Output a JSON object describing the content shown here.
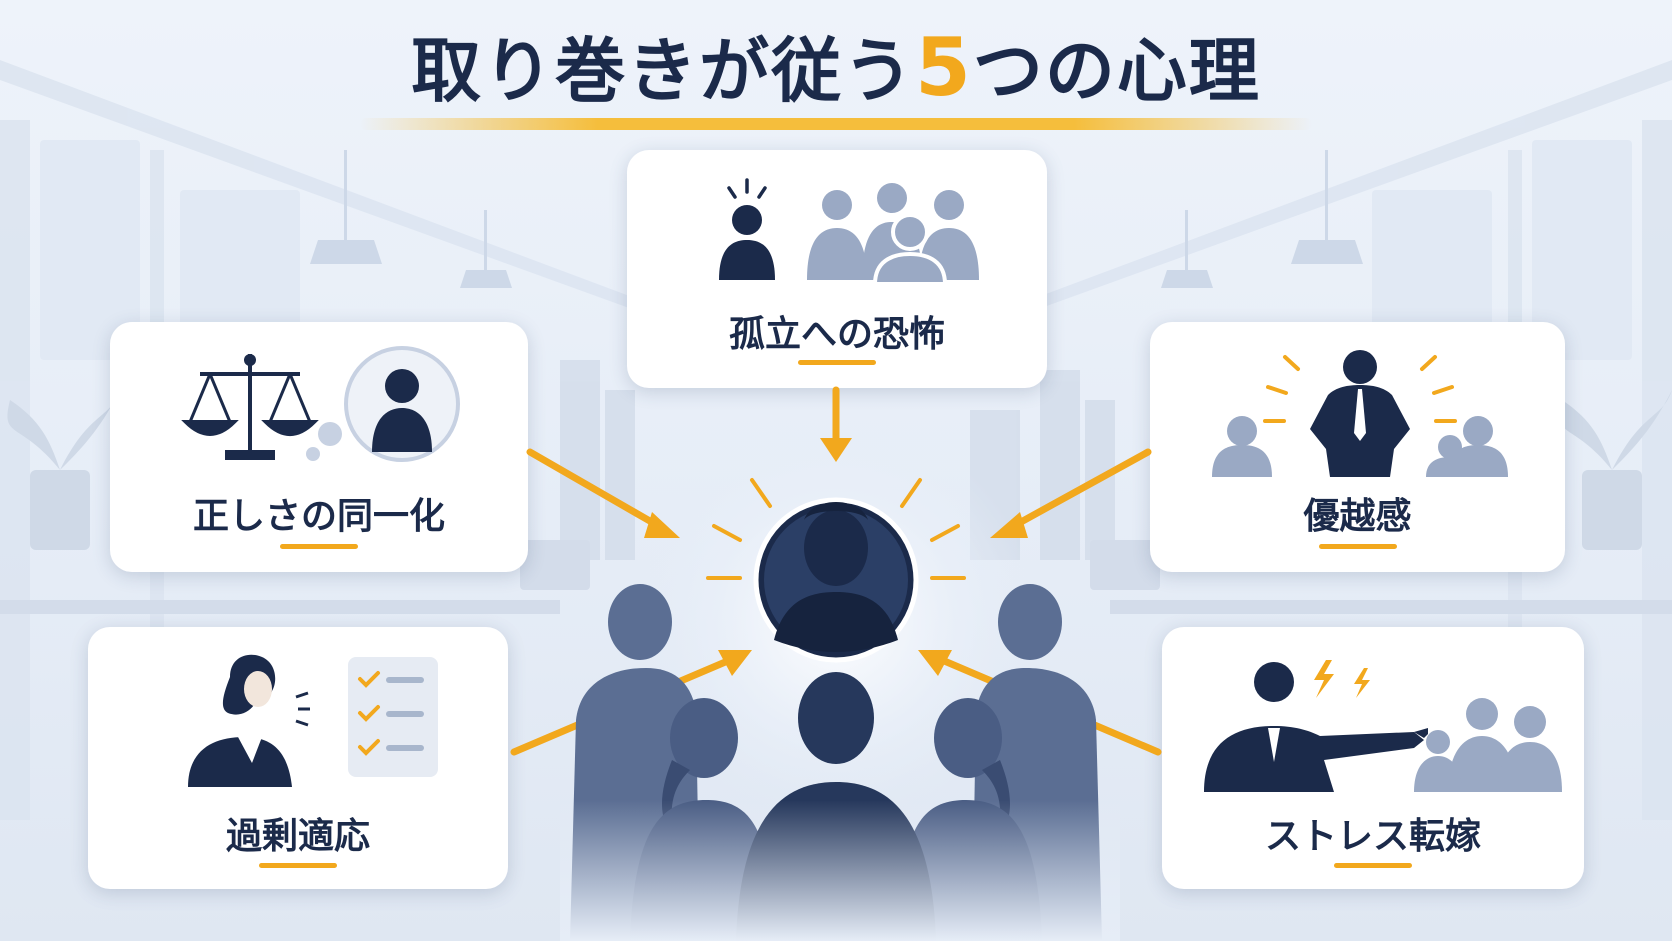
{
  "title": {
    "part1": "取り巻きが従う",
    "number": "5",
    "part2": "つの心理"
  },
  "cards": {
    "isolation": {
      "label": "孤立への恐怖"
    },
    "righteousness": {
      "label": "正しさの同一化"
    },
    "superiority": {
      "label": "優越感"
    },
    "overadaptation": {
      "label": "過剰適応"
    },
    "stress": {
      "label": "ストレス転嫁"
    }
  },
  "colors": {
    "navy": "#1b2a4a",
    "accent": "#f2a81d",
    "muted": "#9aa9c4",
    "background": "#e9eff8"
  },
  "icons": {
    "isolation": [
      "person-icon",
      "group-icon"
    ],
    "righteousness": [
      "scales-icon",
      "thought-bubble-icon"
    ],
    "superiority": [
      "confident-leader-icon",
      "group-icon"
    ],
    "overadaptation": [
      "woman-icon",
      "checklist-icon"
    ],
    "stress": [
      "angry-man-icon",
      "lightning-icon",
      "group-icon"
    ],
    "center": [
      "leader-icon",
      "followers-icon",
      "arrow-icon"
    ]
  }
}
